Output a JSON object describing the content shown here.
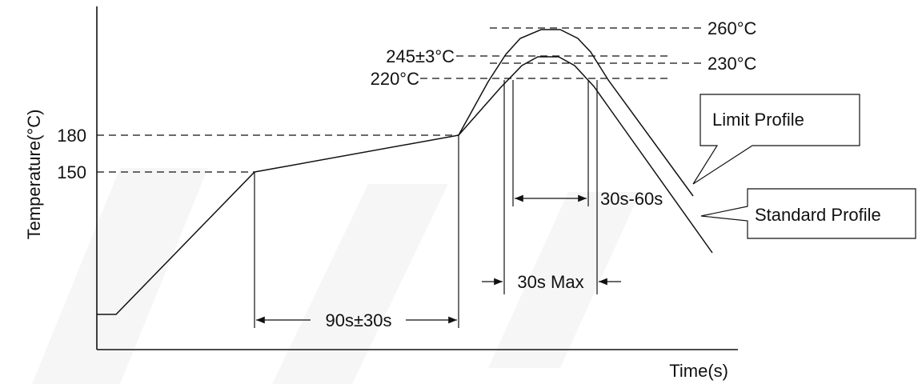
{
  "axes": {
    "y_label": "Temperature(°C)",
    "x_label": "Time(s)"
  },
  "temperature_labels": {
    "t180": "180",
    "t150": "150",
    "t260": "260°C",
    "t245": "245±3°C",
    "t230": "230°C",
    "t220": "220°C"
  },
  "time_labels": {
    "preheat": "90s±30s",
    "above_liquidus": "30s-60s",
    "peak_window": "30s Max"
  },
  "profiles": {
    "limit": "Limit Profile",
    "standard": "Standard Profile"
  },
  "colors": {
    "line": "#111111",
    "background": "#ffffff"
  }
}
